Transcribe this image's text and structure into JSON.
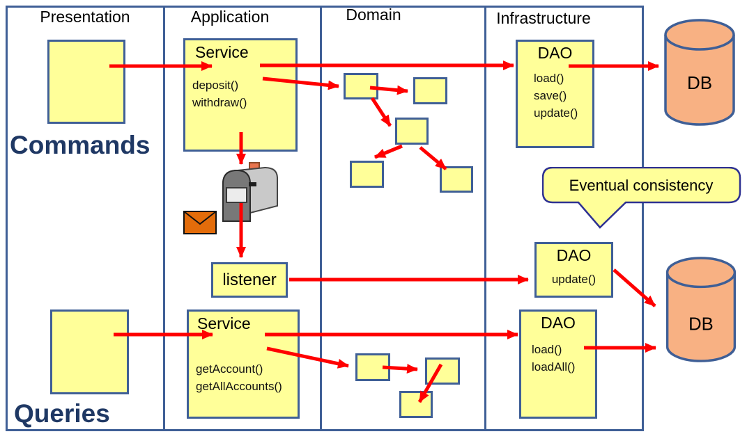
{
  "header": {
    "columns": [
      "Presentation",
      "Application",
      "Domain",
      "Infrastructure"
    ]
  },
  "sections": {
    "commands": "Commands",
    "queries": "Queries"
  },
  "callout": {
    "text": "Eventual consistency"
  },
  "command_flow": {
    "service": {
      "title": "Service",
      "methods": [
        "deposit()",
        "withdraw()"
      ]
    },
    "dao": {
      "title": "DAO",
      "methods": [
        "load()",
        "save()",
        "update()"
      ]
    }
  },
  "event_flow": {
    "listener": "listener",
    "dao": {
      "title": "DAO",
      "methods": [
        "update()"
      ]
    }
  },
  "query_flow": {
    "service": {
      "title": "Service",
      "methods": [
        "getAccount()",
        "getAllAccounts()"
      ]
    },
    "dao": {
      "title": "DAO",
      "methods": [
        "load()",
        "loadAll()"
      ]
    }
  },
  "databases": {
    "top": "DB",
    "bottom": "DB"
  },
  "icons": {
    "mailbox": "mailbox-icon",
    "envelope": "envelope-icon",
    "database": "database-cylinder-icon"
  },
  "colors": {
    "box_fill": "#ffff99",
    "box_border": "#3f5f96",
    "arrow_red": "#ff0000",
    "db_fill": "#f8b183",
    "envelope_orange": "#e36c0a",
    "label_blue": "#1f3864",
    "callout_border": "#2e3192"
  }
}
